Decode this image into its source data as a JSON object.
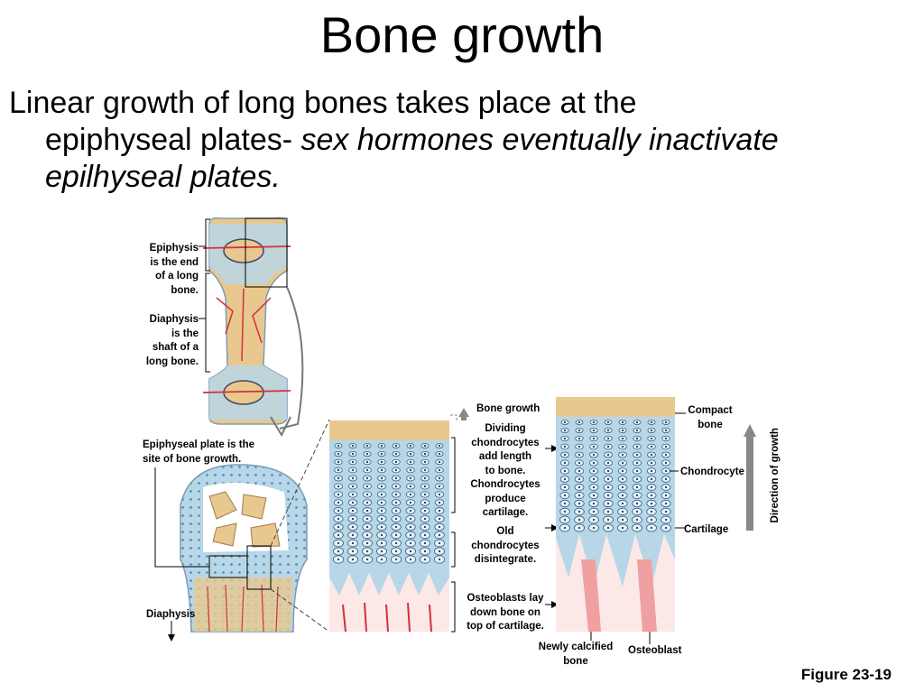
{
  "slide": {
    "title": "Bone growth",
    "line1": "Linear growth of long bones takes place at the",
    "line2_plain": "epiphyseal plates- ",
    "line2_italic": "sex hormones eventually inactivate",
    "line3_italic": "epilhyseal plates."
  },
  "figure": {
    "epiphysis_label": [
      "Epiphysis",
      "is the end",
      "of a long",
      "bone."
    ],
    "diaphysis_label": [
      "Diaphysis",
      "is the",
      "shaft of a",
      "long bone."
    ],
    "plate_label": [
      "Epiphyseal plate is the",
      "site of bone growth."
    ],
    "diaphysis_bottom": "Diaphysis",
    "bone_growth": "Bone growth",
    "dividing": [
      "Dividing",
      "chondrocytes",
      "add length",
      "to bone.",
      "Chondrocytes",
      "produce",
      "cartilage."
    ],
    "old": [
      "Old",
      "chondrocytes",
      "disintegrate."
    ],
    "osteoblasts_lay": [
      "Osteoblasts lay",
      "down bone on",
      "top of cartilage."
    ],
    "compact_bone": [
      "Compact",
      "bone"
    ],
    "chondrocyte": "Chondrocyte",
    "cartilage": "Cartilage",
    "direction": "Direction of growth",
    "newly_calcified": [
      "Newly calcified",
      "bone"
    ],
    "osteoblast": "Osteoblast",
    "figure_number": "Figure 23-19"
  },
  "colors": {
    "cartilage_blue": "#b7d7e8",
    "bone_tan": "#e8c88f",
    "vessel_red": "#d2303c",
    "calcified_pink": "#f0a0a0"
  }
}
